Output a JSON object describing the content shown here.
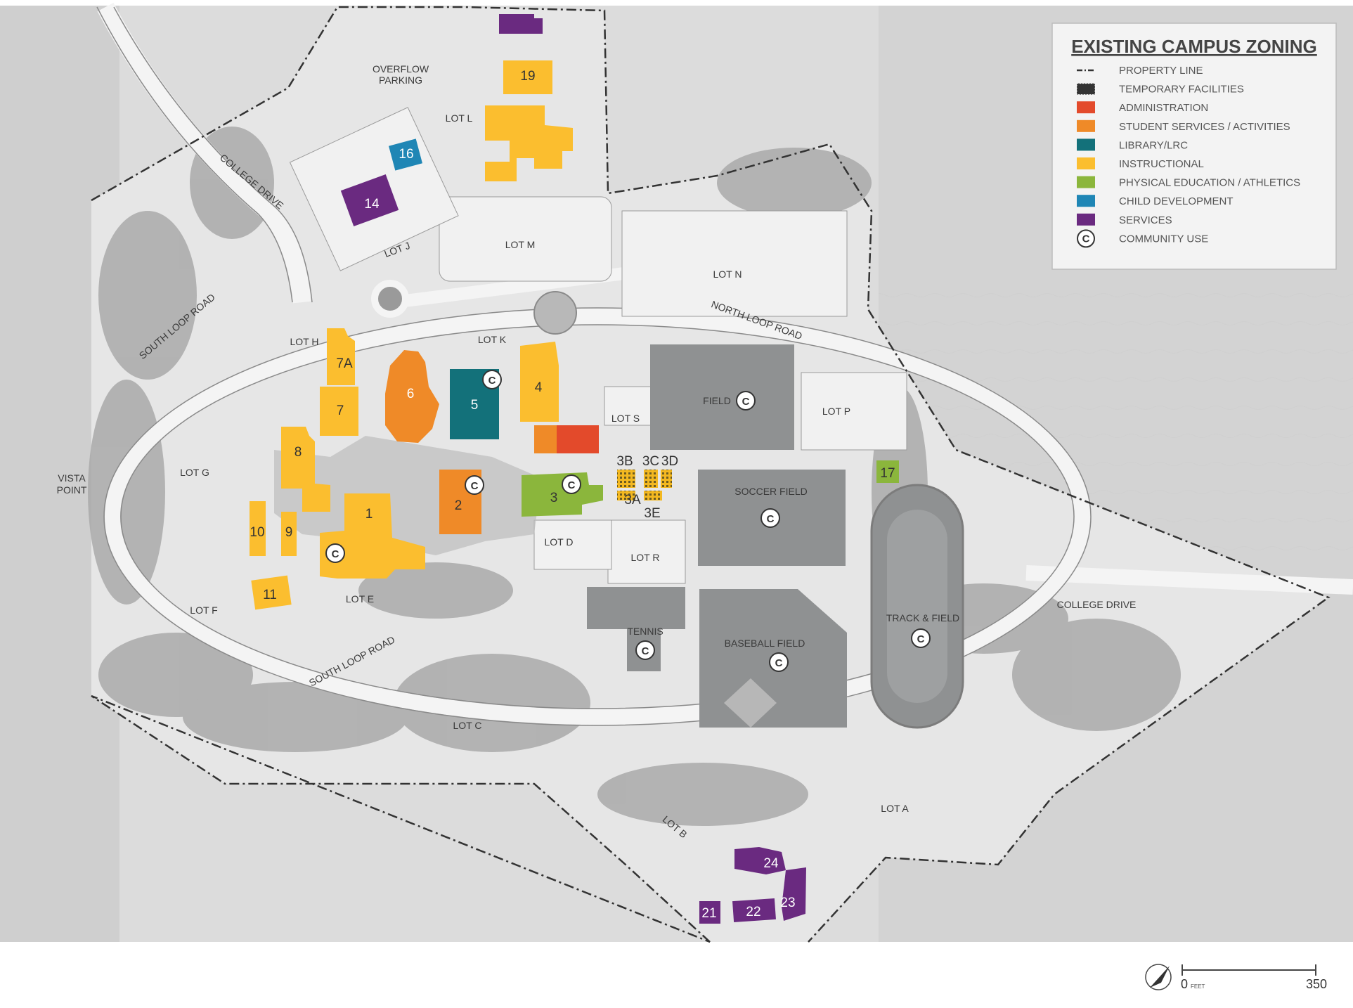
{
  "legend": {
    "title": "EXISTING CAMPUS ZONING",
    "items": [
      {
        "label": "PROPERTY LINE",
        "kind": "line",
        "color": "#333333"
      },
      {
        "label": "TEMPORARY FACILITIES",
        "kind": "grid",
        "color": "#333333"
      },
      {
        "label": "ADMINISTRATION",
        "kind": "swatch",
        "color": "#e34a2b"
      },
      {
        "label": "STUDENT SERVICES / ACTIVITIES",
        "kind": "swatch",
        "color": "#ef8a28"
      },
      {
        "label": "LIBRARY/LRC",
        "kind": "swatch",
        "color": "#13717a"
      },
      {
        "label": "INSTRUCTIONAL",
        "kind": "swatch",
        "color": "#fbbe2f"
      },
      {
        "label": "PHYSICAL EDUCATION / ATHLETICS",
        "kind": "swatch",
        "color": "#8bb63c"
      },
      {
        "label": "CHILD DEVELOPMENT",
        "kind": "swatch",
        "color": "#1f86b5"
      },
      {
        "label": "SERVICES",
        "kind": "swatch",
        "color": "#6a2a80"
      },
      {
        "label": "COMMUNITY USE",
        "kind": "circle",
        "color": "#333333"
      }
    ]
  },
  "community_use_symbol": "C",
  "buildings": [
    {
      "num": "19"
    },
    {
      "num": "16"
    },
    {
      "num": "14"
    },
    {
      "num": "7A"
    },
    {
      "num": "7"
    },
    {
      "num": "6"
    },
    {
      "num": "5"
    },
    {
      "num": "4"
    },
    {
      "num": "8"
    },
    {
      "num": "1"
    },
    {
      "num": "2"
    },
    {
      "num": "3"
    },
    {
      "num": "10"
    },
    {
      "num": "9"
    },
    {
      "num": "11"
    },
    {
      "num": "17"
    },
    {
      "num": "24"
    },
    {
      "num": "23"
    },
    {
      "num": "22"
    },
    {
      "num": "21"
    }
  ],
  "temporary": [
    "3B",
    "3C",
    "3D",
    "3A",
    "3E"
  ],
  "labels": {
    "overflow_1": "OVERFLOW",
    "overflow_2": "PARKING",
    "lot_l": "LOT L",
    "lot_m": "LOT M",
    "lot_n": "LOT N",
    "lot_j": "LOT J",
    "lot_h": "LOT H",
    "lot_k": "LOT K",
    "lot_s": "LOT S",
    "lot_p": "LOT P",
    "lot_g": "LOT G",
    "lot_d": "LOT D",
    "lot_r": "LOT R",
    "lot_e": "LOT E",
    "lot_f": "LOT F",
    "lot_c": "LOT C",
    "lot_a": "LOT A",
    "lot_b": "LOT B",
    "college_drive_n": "COLLEGE DRIVE",
    "college_drive_e": "COLLEGE DRIVE",
    "north_loop": "NORTH LOOP ROAD",
    "south_loop_n": "SOUTH LOOP ROAD",
    "south_loop_s": "SOUTH LOOP ROAD",
    "vista_1": "VISTA",
    "vista_2": "POINT",
    "field": "FIELD",
    "soccer": "SOCCER FIELD",
    "baseball": "BASEBALL FIELD",
    "track": "TRACK & FIELD",
    "tennis": "TENNIS"
  },
  "scale": {
    "start": "0",
    "unit": "FEET",
    "end": "350"
  },
  "colors": {
    "admin": "#e34a2b",
    "student": "#ef8a28",
    "library": "#13717a",
    "instructional": "#fbbe2f",
    "pe": "#8bb63c",
    "child": "#1f86b5",
    "services": "#6a2a80"
  }
}
